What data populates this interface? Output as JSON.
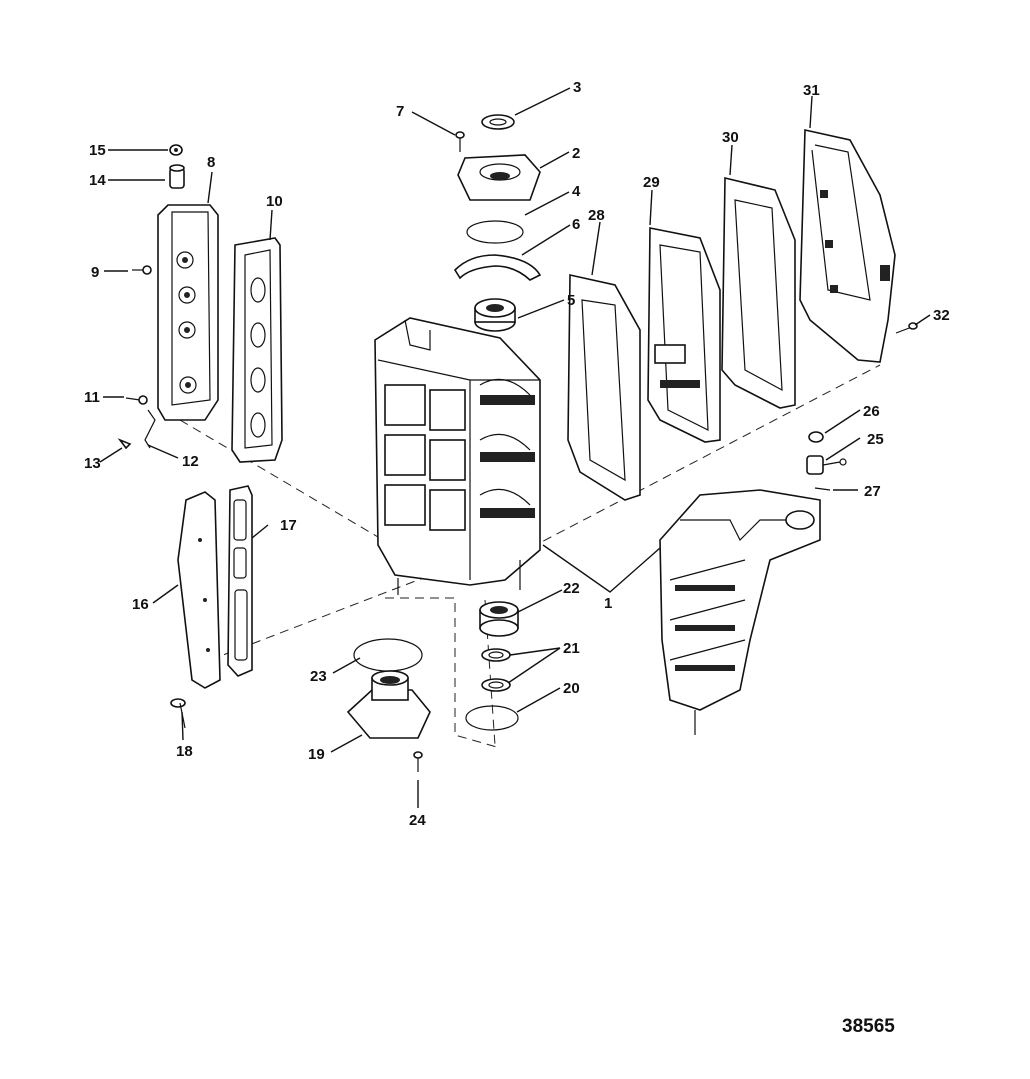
{
  "diagram": {
    "reference_number": "38565",
    "callouts": {
      "c1": "1",
      "c2": "2",
      "c3": "3",
      "c4": "4",
      "c5": "5",
      "c6": "6",
      "c7": "7",
      "c8": "8",
      "c9": "9",
      "c10": "10",
      "c11": "11",
      "c12": "12",
      "c13": "13",
      "c14": "14",
      "c15": "15",
      "c16": "16",
      "c17": "17",
      "c18": "18",
      "c19": "19",
      "c20": "20",
      "c21": "21",
      "c22": "22",
      "c23": "23",
      "c24": "24",
      "c25": "25",
      "c26": "26",
      "c27": "27",
      "c28": "28",
      "c29": "29",
      "c30": "30",
      "c31": "31",
      "c32": "32"
    }
  }
}
